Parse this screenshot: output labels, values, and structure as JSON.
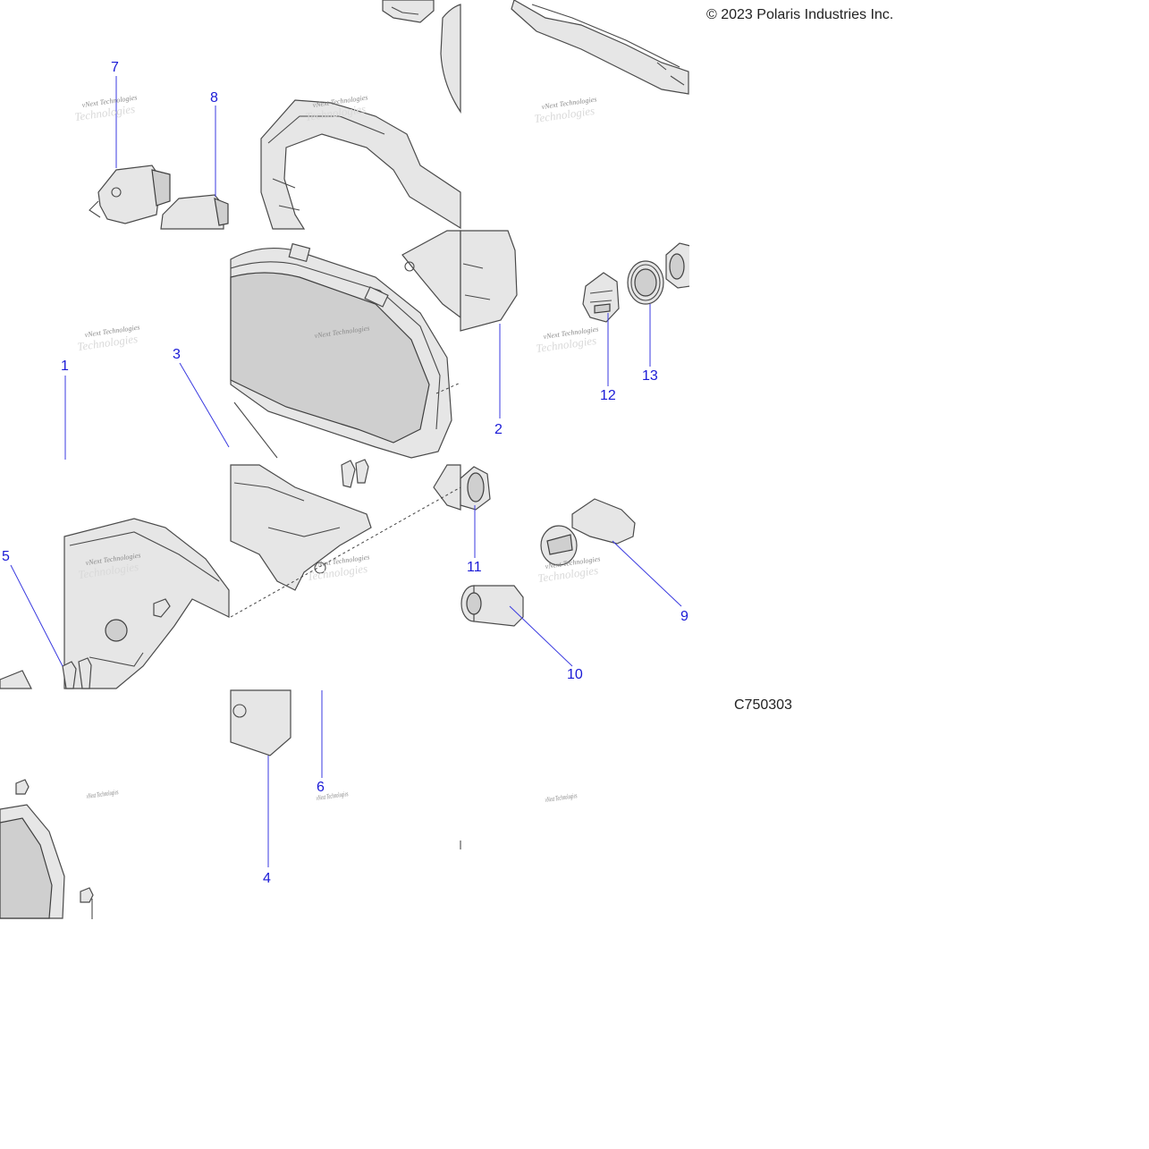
{
  "copyright": "© 2023 Polaris Industries Inc.",
  "diagram_id": "C750303",
  "watermark": {
    "line1": "vNext Technologies",
    "line2": "Technologies"
  },
  "callouts": [
    {
      "id": "c7",
      "label": "7"
    },
    {
      "id": "c8",
      "label": "8"
    },
    {
      "id": "c1",
      "label": "1"
    },
    {
      "id": "c3",
      "label": "3"
    },
    {
      "id": "c2",
      "label": "2"
    },
    {
      "id": "c12",
      "label": "12"
    },
    {
      "id": "c13",
      "label": "13"
    },
    {
      "id": "c5",
      "label": "5"
    },
    {
      "id": "c11",
      "label": "11"
    },
    {
      "id": "c9",
      "label": "9"
    },
    {
      "id": "c10",
      "label": "10"
    },
    {
      "id": "c6",
      "label": "6"
    },
    {
      "id": "c4",
      "label": "4"
    }
  ],
  "colors": {
    "callout": "#1a1ad6",
    "part_fill": "#e6e6e6",
    "part_stroke": "#4a4a4a"
  }
}
